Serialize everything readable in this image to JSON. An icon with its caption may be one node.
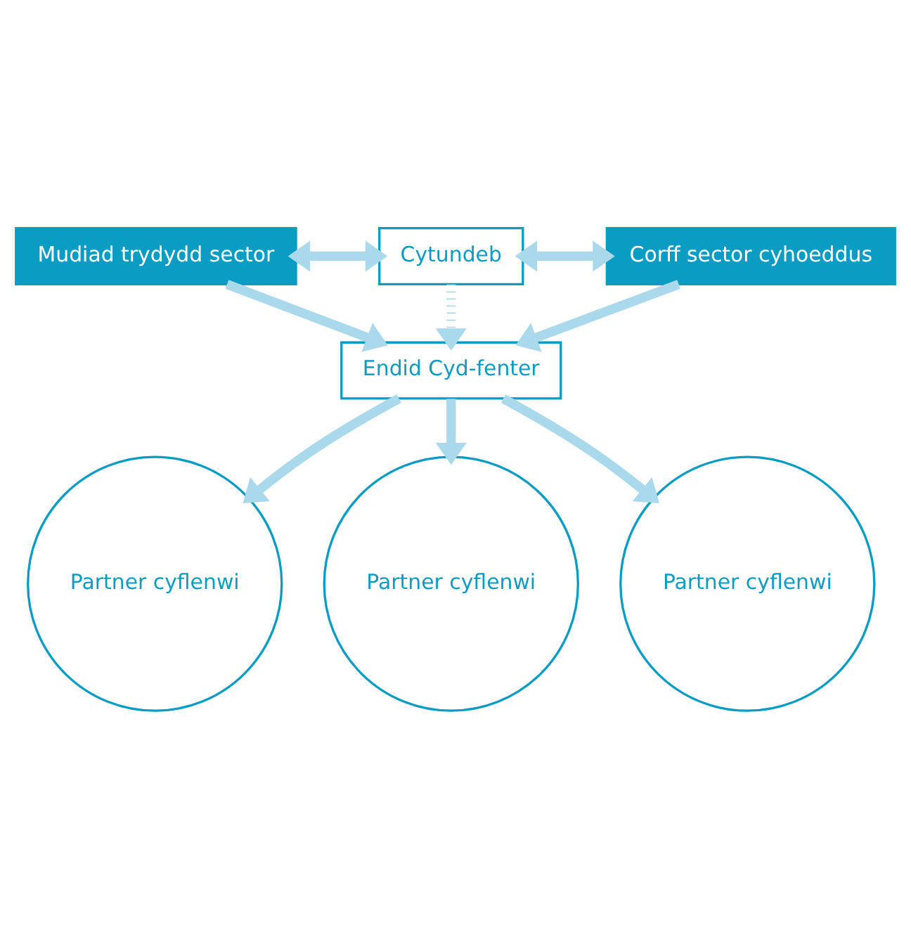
{
  "diagram": {
    "nodes": [
      {
        "text": [
          "Mudiad trydydd sector"
        ]
      },
      {
        "text": [
          "Cytundeb"
        ]
      },
      {
        "text": [
          "Corff sector cyhoeddus"
        ]
      },
      {
        "text": [
          "Endid Cyd-fenter"
        ]
      },
      {
        "text": [
          "Partner cyflenwi"
        ]
      },
      {
        "text": [
          "Partner cyflenwi"
        ]
      },
      {
        "text": [
          "Partner cyflenwi"
        ]
      }
    ],
    "edges": [
      {
        "from": 0,
        "to": 1,
        "arrow": "both"
      },
      {
        "from": 1,
        "to": 2,
        "arrow": "both"
      },
      {
        "from": 1,
        "to": 3,
        "arrow": "to",
        "style": "dashed"
      },
      {
        "from": 0,
        "to": 3,
        "arrow": "to"
      },
      {
        "from": 2,
        "to": 3,
        "arrow": "to"
      },
      {
        "from": 3,
        "to": 4,
        "arrow": "to"
      },
      {
        "from": 3,
        "to": 5,
        "arrow": "to"
      },
      {
        "from": 3,
        "to": 6,
        "arrow": "to"
      }
    ]
  }
}
